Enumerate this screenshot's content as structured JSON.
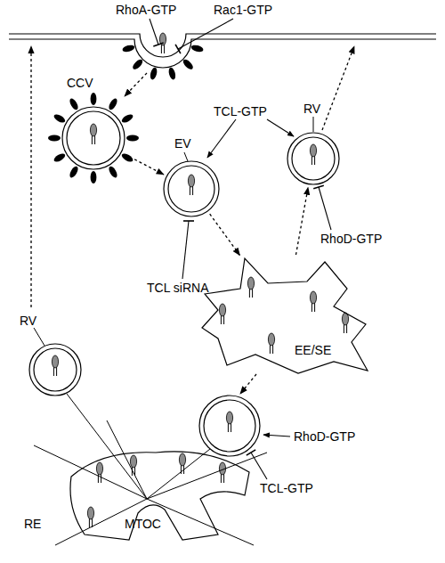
{
  "diagram": {
    "nodes": [
      {
        "text": [
          "CCV"
        ]
      },
      {
        "text": [
          "EV"
        ]
      },
      {
        "text": [
          "RV"
        ]
      },
      {
        "text": [
          "EE/SE"
        ]
      },
      {
        "text": [
          "RV"
        ]
      },
      {
        "text": [
          "RE"
        ]
      }
    ],
    "edges": [
      {
        "from": 0,
        "to": 1,
        "arrow": "to"
      },
      {
        "from": 1,
        "to": 3,
        "arrow": "to"
      },
      {
        "from": 3,
        "to": 2,
        "arrow": "to"
      }
    ],
    "labels": [
      "RhoA-GTP",
      "Rac1-GTP",
      "TCL-GTP",
      "TCL siRNA",
      "RhoD-GTP",
      "RhoD-GTP",
      "TCL-GTP",
      "MTOC"
    ]
  }
}
